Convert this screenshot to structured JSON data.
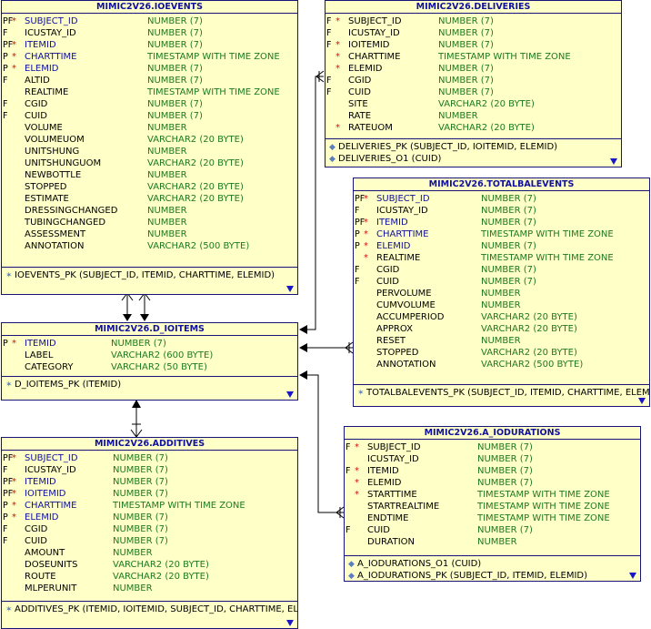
{
  "tables": {
    "ioevents": {
      "title": "MIMIC2V26.IOEVENTS",
      "columns": [
        {
          "key": "PF",
          "req": "*",
          "name": "SUBJECT_ID",
          "type": "NUMBER (7)"
        },
        {
          "key": "F",
          "req": "",
          "name": "ICUSTAY_ID",
          "type": "NUMBER (7)"
        },
        {
          "key": "PF",
          "req": "*",
          "name": "ITEMID",
          "type": "NUMBER (7)"
        },
        {
          "key": "P",
          "req": "*",
          "name": "CHARTTIME",
          "type": "TIMESTAMP WITH TIME ZONE"
        },
        {
          "key": "P",
          "req": "*",
          "name": "ELEMID",
          "type": "NUMBER (7)"
        },
        {
          "key": "F",
          "req": "",
          "name": "ALTID",
          "type": "NUMBER (7)"
        },
        {
          "key": "",
          "req": "",
          "name": "REALTIME",
          "type": "TIMESTAMP WITH TIME ZONE"
        },
        {
          "key": "F",
          "req": "",
          "name": "CGID",
          "type": "NUMBER (7)"
        },
        {
          "key": "F",
          "req": "",
          "name": "CUID",
          "type": "NUMBER (7)"
        },
        {
          "key": "",
          "req": "",
          "name": "VOLUME",
          "type": "NUMBER"
        },
        {
          "key": "",
          "req": "",
          "name": "VOLUMEUOM",
          "type": "VARCHAR2 (20 BYTE)"
        },
        {
          "key": "",
          "req": "",
          "name": "UNITSHUNG",
          "type": "NUMBER"
        },
        {
          "key": "",
          "req": "",
          "name": "UNITSHUNGUOM",
          "type": "VARCHAR2 (20 BYTE)"
        },
        {
          "key": "",
          "req": "",
          "name": "NEWBOTTLE",
          "type": "NUMBER"
        },
        {
          "key": "",
          "req": "",
          "name": "STOPPED",
          "type": "VARCHAR2 (20 BYTE)"
        },
        {
          "key": "",
          "req": "",
          "name": "ESTIMATE",
          "type": "VARCHAR2 (20 BYTE)"
        },
        {
          "key": "",
          "req": "",
          "name": "DRESSINGCHANGED",
          "type": "NUMBER"
        },
        {
          "key": "",
          "req": "",
          "name": "TUBINGCHANGED",
          "type": "NUMBER"
        },
        {
          "key": "",
          "req": "",
          "name": "ASSESSMENT",
          "type": "NUMBER"
        },
        {
          "key": "",
          "req": "",
          "name": "ANNOTATION",
          "type": "VARCHAR2 (500 BYTE)"
        }
      ],
      "indexes": [
        "IOEVENTS_PK (SUBJECT_ID, ITEMID, CHARTTIME, ELEMID)"
      ]
    },
    "deliveries": {
      "title": "MIMIC2V26.DELIVERIES",
      "columns": [
        {
          "key": "F",
          "req": "*",
          "name": "SUBJECT_ID",
          "type": "NUMBER (7)"
        },
        {
          "key": "F",
          "req": "",
          "name": "ICUSTAY_ID",
          "type": "NUMBER (7)"
        },
        {
          "key": "F",
          "req": "*",
          "name": "IOITEMID",
          "type": "NUMBER (7)"
        },
        {
          "key": "",
          "req": "*",
          "name": "CHARTTIME",
          "type": "TIMESTAMP WITH TIME ZONE"
        },
        {
          "key": "",
          "req": "*",
          "name": "ELEMID",
          "type": "NUMBER (7)"
        },
        {
          "key": "F",
          "req": "",
          "name": "CGID",
          "type": "NUMBER (7)"
        },
        {
          "key": "F",
          "req": "",
          "name": "CUID",
          "type": "NUMBER (7)"
        },
        {
          "key": "",
          "req": "",
          "name": "SITE",
          "type": "VARCHAR2 (20 BYTE)"
        },
        {
          "key": "",
          "req": "",
          "name": "RATE",
          "type": "NUMBER"
        },
        {
          "key": "",
          "req": "*",
          "name": "RATEUOM",
          "type": "VARCHAR2 (20 BYTE)"
        }
      ],
      "indexes": [
        "DELIVERIES_PK (SUBJECT_ID, IOITEMID, ELEMID)",
        "DELIVERIES_O1 (CUID)"
      ]
    },
    "totalbalevents": {
      "title": "MIMIC2V26.TOTALBALEVENTS",
      "columns": [
        {
          "key": "PF",
          "req": "*",
          "name": "SUBJECT_ID",
          "type": "NUMBER (7)"
        },
        {
          "key": "F",
          "req": "",
          "name": "ICUSTAY_ID",
          "type": "NUMBER (7)"
        },
        {
          "key": "PF",
          "req": "*",
          "name": "ITEMID",
          "type": "NUMBER (7)"
        },
        {
          "key": "P",
          "req": "*",
          "name": "CHARTTIME",
          "type": "TIMESTAMP WITH TIME ZONE"
        },
        {
          "key": "P",
          "req": "*",
          "name": "ELEMID",
          "type": "NUMBER (7)"
        },
        {
          "key": "",
          "req": "*",
          "name": "REALTIME",
          "type": "TIMESTAMP WITH TIME ZONE"
        },
        {
          "key": "F",
          "req": "",
          "name": "CGID",
          "type": "NUMBER (7)"
        },
        {
          "key": "F",
          "req": "",
          "name": "CUID",
          "type": "NUMBER (7)"
        },
        {
          "key": "",
          "req": "",
          "name": "PERVOLUME",
          "type": "NUMBER"
        },
        {
          "key": "",
          "req": "",
          "name": "CUMVOLUME",
          "type": "NUMBER"
        },
        {
          "key": "",
          "req": "",
          "name": "ACCUMPERIOD",
          "type": "VARCHAR2 (20 BYTE)"
        },
        {
          "key": "",
          "req": "",
          "name": "APPROX",
          "type": "VARCHAR2 (20 BYTE)"
        },
        {
          "key": "",
          "req": "",
          "name": "RESET",
          "type": "NUMBER"
        },
        {
          "key": "",
          "req": "",
          "name": "STOPPED",
          "type": "VARCHAR2 (20 BYTE)"
        },
        {
          "key": "",
          "req": "",
          "name": "ANNOTATION",
          "type": "VARCHAR2 (500 BYTE)"
        }
      ],
      "indexes": [
        "TOTALBALEVENTS_PK (SUBJECT_ID, ITEMID, CHARTTIME, ELEMID)"
      ]
    },
    "d_ioitems": {
      "title": "MIMIC2V26.D_IOITEMS",
      "columns": [
        {
          "key": "P",
          "req": "*",
          "name": "ITEMID",
          "type": "NUMBER (7)"
        },
        {
          "key": "",
          "req": "",
          "name": "LABEL",
          "type": "VARCHAR2 (600 BYTE)"
        },
        {
          "key": "",
          "req": "",
          "name": "CATEGORY",
          "type": "VARCHAR2 (50 BYTE)"
        }
      ],
      "indexes": [
        "D_IOITEMS_PK (ITEMID)"
      ]
    },
    "additives": {
      "title": "MIMIC2V26.ADDITIVES",
      "columns": [
        {
          "key": "PF",
          "req": "*",
          "name": "SUBJECT_ID",
          "type": "NUMBER (7)"
        },
        {
          "key": "F",
          "req": "",
          "name": "ICUSTAY_ID",
          "type": "NUMBER (7)"
        },
        {
          "key": "PF",
          "req": "*",
          "name": "ITEMID",
          "type": "NUMBER (7)"
        },
        {
          "key": "PF",
          "req": "*",
          "name": "IOITEMID",
          "type": "NUMBER (7)"
        },
        {
          "key": "P",
          "req": "*",
          "name": "CHARTTIME",
          "type": "TIMESTAMP WITH TIME ZONE"
        },
        {
          "key": "P",
          "req": "*",
          "name": "ELEMID",
          "type": "NUMBER (7)"
        },
        {
          "key": "F",
          "req": "",
          "name": "CGID",
          "type": "NUMBER (7)"
        },
        {
          "key": "F",
          "req": "",
          "name": "CUID",
          "type": "NUMBER (7)"
        },
        {
          "key": "",
          "req": "",
          "name": "AMOUNT",
          "type": "NUMBER"
        },
        {
          "key": "",
          "req": "",
          "name": "DOSEUNITS",
          "type": "VARCHAR2 (20 BYTE)"
        },
        {
          "key": "",
          "req": "",
          "name": "ROUTE",
          "type": "VARCHAR2 (20 BYTE)"
        },
        {
          "key": "",
          "req": "",
          "name": "MLPERUNIT",
          "type": "NUMBER"
        }
      ],
      "indexes": [
        "ADDITIVES_PK (ITEMID, IOITEMID, SUBJECT_ID, CHARTTIME, ELEM"
      ]
    },
    "a_iodurations": {
      "title": "MIMIC2V26.A_IODURATIONS",
      "columns": [
        {
          "key": "F",
          "req": "*",
          "name": "SUBJECT_ID",
          "type": "NUMBER (7)"
        },
        {
          "key": "",
          "req": "",
          "name": "ICUSTAY_ID",
          "type": "NUMBER (7)"
        },
        {
          "key": "F",
          "req": "*",
          "name": "ITEMID",
          "type": "NUMBER (7)"
        },
        {
          "key": "",
          "req": "*",
          "name": "ELEMID",
          "type": "NUMBER (7)"
        },
        {
          "key": "",
          "req": "*",
          "name": "STARTTIME",
          "type": "TIMESTAMP WITH TIME ZONE"
        },
        {
          "key": "",
          "req": "",
          "name": "STARTREALTIME",
          "type": "TIMESTAMP WITH TIME ZONE"
        },
        {
          "key": "",
          "req": "",
          "name": "ENDTIME",
          "type": "TIMESTAMP WITH TIME ZONE"
        },
        {
          "key": "F",
          "req": "",
          "name": "CUID",
          "type": "NUMBER (7)"
        },
        {
          "key": "",
          "req": "",
          "name": "DURATION",
          "type": "NUMBER"
        }
      ],
      "indexes": [
        "A_IODURATIONS_O1 (CUID)",
        "A_IODURATIONS_PK (SUBJECT_ID, ITEMID, ELEMID)"
      ]
    }
  },
  "colors": {
    "box_fill": "#ffffc8",
    "border": "#16167a",
    "title_text": "#10109e",
    "key_column": "#10109e",
    "type_text": "#1d7a1d",
    "required_star": "#d01010",
    "link_line": "#000000"
  }
}
